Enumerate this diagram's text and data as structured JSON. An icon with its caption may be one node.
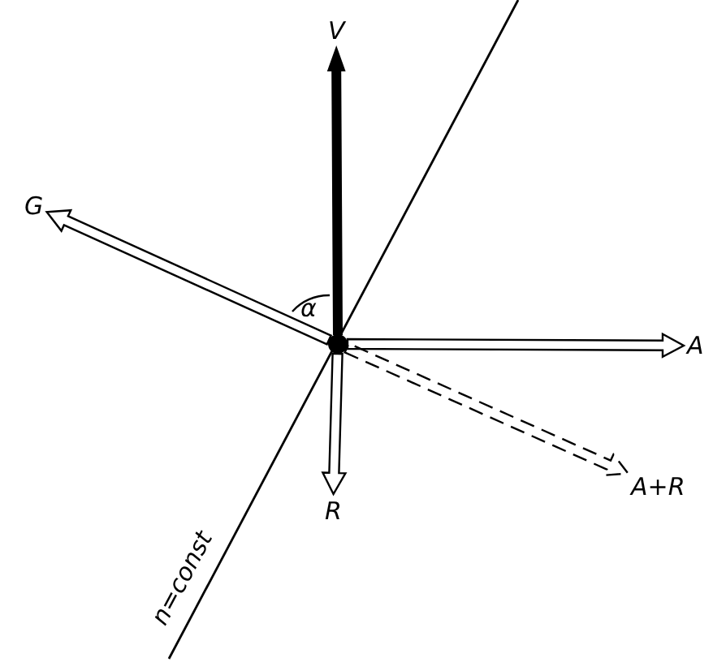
{
  "diagram": {
    "nodes": [
      {
        "text": [],
        "shape": "circle"
      },
      {
        "text": [
          "V"
        ]
      },
      {
        "text": [
          "G"
        ]
      },
      {
        "text": [
          "A"
        ]
      },
      {
        "text": [
          "R"
        ]
      },
      {
        "text": [
          "A+R"
        ]
      }
    ],
    "edges": [
      {
        "from": 0,
        "to": 1,
        "arrow": "to",
        "style": "thick"
      },
      {
        "from": 0,
        "to": 2,
        "arrow": "to"
      },
      {
        "from": 0,
        "to": 3,
        "arrow": "to"
      },
      {
        "from": 0,
        "to": 4,
        "arrow": "to"
      },
      {
        "from": 0,
        "to": 5,
        "arrow": "to",
        "style": "dashed"
      }
    ],
    "labels": [
      "n=const",
      "α"
    ]
  }
}
